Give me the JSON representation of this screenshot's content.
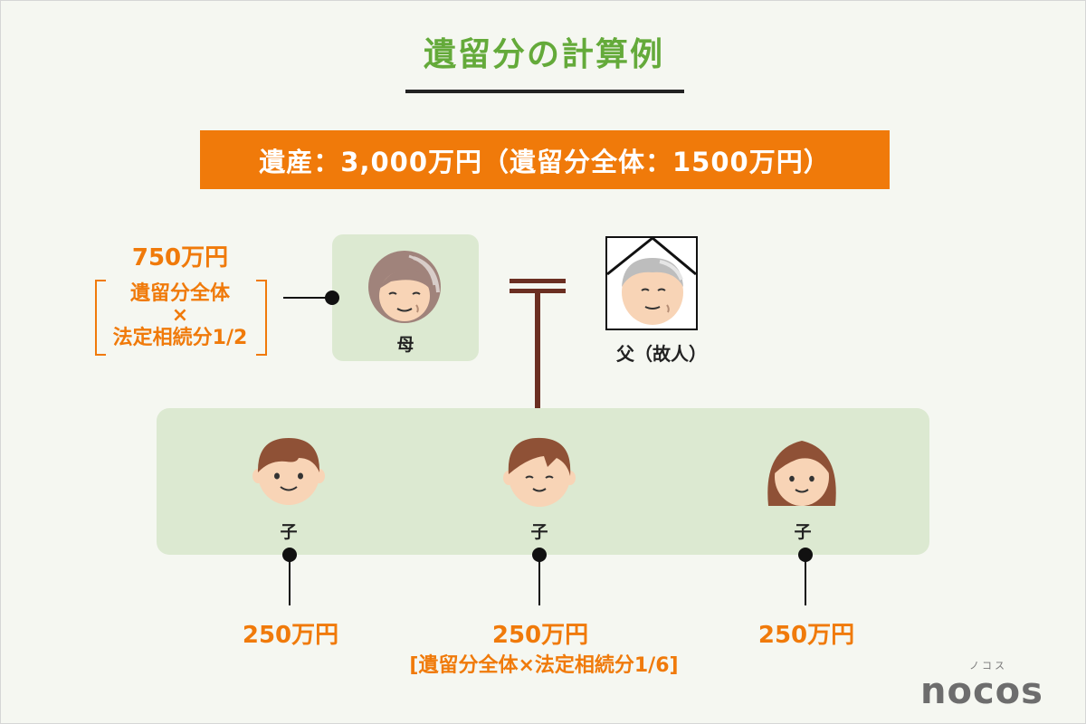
{
  "title": "遺留分の計算例",
  "banner": "遺産：3,000万円（遺留分全体：1500万円）",
  "mother": {
    "label": "母",
    "amount": "750万円",
    "formula_line1": "遺留分全体",
    "formula_line2": "×",
    "formula_line3": "法定相続分1/2"
  },
  "father": {
    "label": "父（故人）"
  },
  "children": [
    {
      "label": "子",
      "amount": "250万円"
    },
    {
      "label": "子",
      "amount": "250万円",
      "note": "[遺留分全体×法定相続分1/6]"
    },
    {
      "label": "子",
      "amount": "250万円"
    }
  ],
  "logo": {
    "kana": "ノコス",
    "text": "nocos"
  },
  "colors": {
    "accent": "#f07a0a",
    "title": "#64aa3a",
    "panel": "#dce9d1",
    "marriage": "#6b2f22"
  }
}
